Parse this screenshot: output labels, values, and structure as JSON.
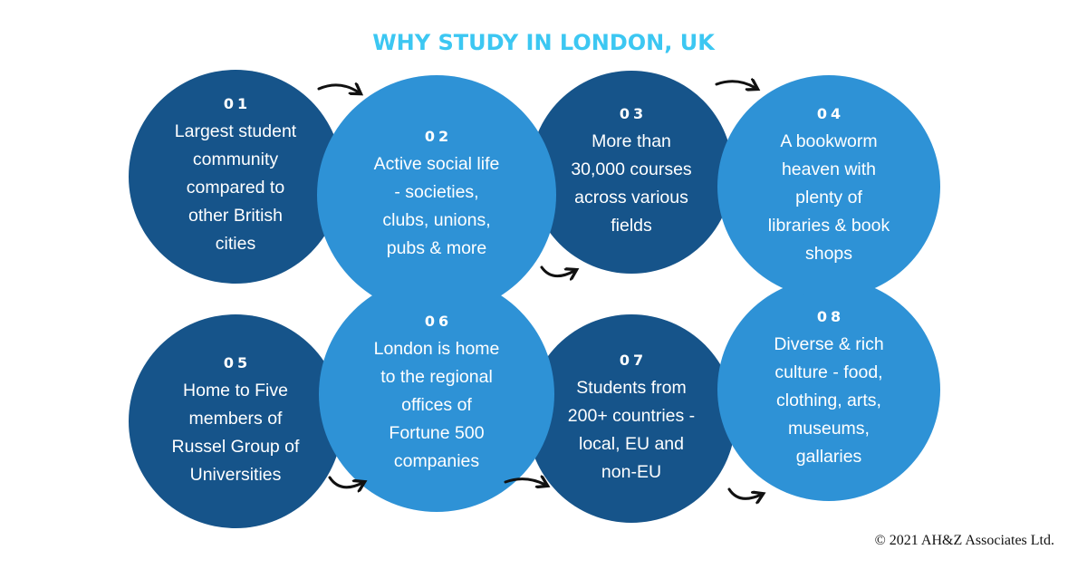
{
  "title": "WHY STUDY IN LONDON, UK",
  "colors": {
    "title": "#3CC7F2",
    "dark_circle": "#16548A",
    "light_circle": "#2E92D6",
    "text": "#FFFFFF",
    "arrow": "#111111"
  },
  "items": [
    {
      "number": "01",
      "text": "Largest student\ncommunity\ncompared to\nother British\ncities"
    },
    {
      "number": "02",
      "text": "Active social life\n- societies,\nclubs, unions,\npubs & more"
    },
    {
      "number": "03",
      "text": "More than\n30,000 courses\nacross various\nfields"
    },
    {
      "number": "04",
      "text": "A bookworm\nheaven with\nplenty of\nlibraries & book\nshops"
    },
    {
      "number": "05",
      "text": "Home to Five\nmembers of\nRussel Group of\nUniversities"
    },
    {
      "number": "06",
      "text": "London is home\nto the regional\noffices of\nFortune 500\ncompanies"
    },
    {
      "number": "07",
      "text": "Students from\n200+ countries -\nlocal, EU and\nnon-EU"
    },
    {
      "number": "08",
      "text": "Diverse & rich\nculture - food,\nclothing, arts,\nmuseums,\ngallaries"
    }
  ],
  "footer": "© 2021 AH&Z Associates Ltd."
}
